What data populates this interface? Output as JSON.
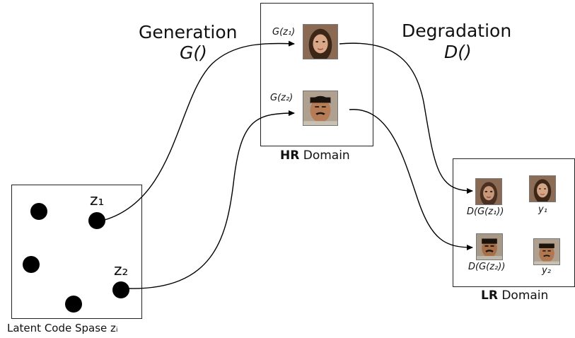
{
  "generation": {
    "title": "Generation",
    "func": "G()"
  },
  "degradation": {
    "title": "Degradation",
    "func": "D()"
  },
  "hr_domain": {
    "caption_bold": "HR",
    "caption_rest": " Domain",
    "faces": [
      {
        "label": "G(z₁)"
      },
      {
        "label": "G(z₂)"
      }
    ]
  },
  "lr_domain": {
    "caption_bold": "LR",
    "caption_rest": " Domain",
    "degraded": [
      {
        "label": "D(G(z₁))"
      },
      {
        "label": "D(G(z₂))"
      }
    ],
    "real": [
      {
        "label": "y₁"
      },
      {
        "label": "y₂"
      }
    ]
  },
  "latent": {
    "caption": "Latent Code Spase zᵢ",
    "points": [
      {
        "label": "z₁"
      },
      {
        "label": "z₂"
      }
    ]
  }
}
